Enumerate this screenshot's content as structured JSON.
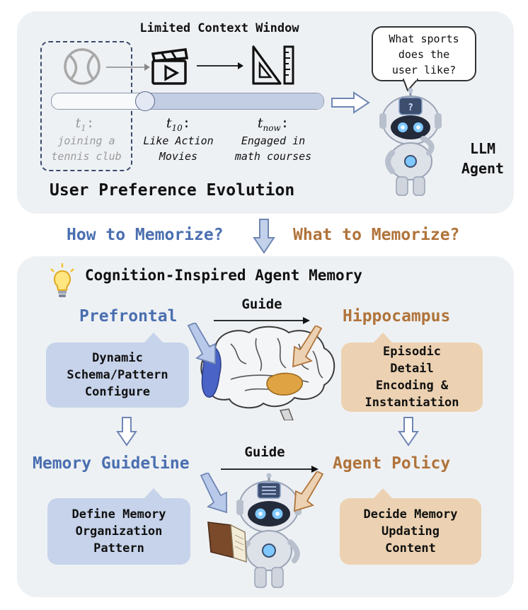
{
  "top": {
    "context_window_label": "Limited Context Window",
    "timeline": [
      {
        "time_base": "t",
        "time_sub": "1",
        "desc": "joining a\ntennis club"
      },
      {
        "time_base": "t",
        "time_sub": "10",
        "desc": "Like Action\nMovies"
      },
      {
        "time_base": "t",
        "time_sub": "now",
        "desc": "Engaged in\nmath courses"
      }
    ],
    "speech_bubble": "What sports\ndoes the\nuser like?",
    "agent_label": "LLM\nAgent",
    "section_title": "User Preference Evolution"
  },
  "middle": {
    "how": "How to Memorize?",
    "what": "What to Memorize?"
  },
  "bottom": {
    "title": "Cognition-Inspired Agent Memory",
    "prefrontal": "Prefrontal",
    "hippocampus": "Hippocampus",
    "guide_top": "Guide",
    "guide_bottom": "Guide",
    "box_prefrontal": "Dynamic\nSchema/Pattern\nConfigure",
    "box_hippocampus": "Episodic\nDetail\nEncoding &\nInstantiation",
    "memory_guideline": "Memory Guideline",
    "agent_policy": "Agent Policy",
    "box_guideline": "Define Memory\nOrganization\nPattern",
    "box_policy": "Decide Memory\nUpdating\nContent"
  },
  "colors": {
    "blue": "#4a6fb0",
    "brown": "#b0733a",
    "panel": "#eef1f4",
    "blue_box": "#c6d3ea",
    "tan_box": "#ecd2b2"
  }
}
